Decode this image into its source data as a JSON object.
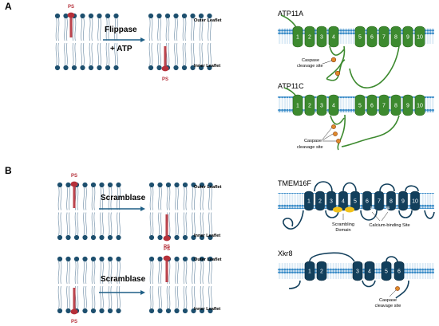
{
  "panels": {
    "a": "A",
    "b": "B"
  },
  "flippase": {
    "enzyme": "Flippase",
    "cofactor": "+ ATP"
  },
  "scramblase": {
    "label_1": "Scramblase",
    "label_2": "Scramblase"
  },
  "leaflets": {
    "outer": "Outer Leaflet",
    "inner": "Inner Leaflet"
  },
  "lipid": "PS",
  "proteins": {
    "atp11a": {
      "name": "ATP11A",
      "helices": [
        "1",
        "2",
        "3",
        "4",
        "5",
        "6",
        "7",
        "8",
        "9",
        "10"
      ],
      "site_line1": "Caspase",
      "site_line2": "cleavage site"
    },
    "atp11c": {
      "name": "ATP11C",
      "helices": [
        "1",
        "2",
        "3",
        "4",
        "5",
        "6",
        "7",
        "8",
        "9",
        "10"
      ],
      "site_line1": "Caspase",
      "site_line2": "cleavage site"
    },
    "tmem16f": {
      "name": "TMEM16F",
      "helices": [
        "1",
        "2",
        "3",
        "4",
        "5",
        "6",
        "7",
        "8",
        "9",
        "10"
      ],
      "domain_line1": "Scrambling",
      "domain_line2": "Domain",
      "calcium": "Calcium-binding Site"
    },
    "xkr8": {
      "name": "Xkr8",
      "helices": [
        "1",
        "2",
        "3",
        "4",
        "5",
        "6"
      ],
      "site_line1": "Caspase",
      "site_line2": "cleavage site"
    }
  },
  "colors": {
    "head": "#1d4f6e",
    "tail": "#7a96ad",
    "ps": "#b5303a",
    "arrow": "#1f5f86",
    "atp": "#3d8a2f",
    "atp_dark": "#2e6b22",
    "tmem": "#123f5c",
    "site": "#e08a2a",
    "domain": "#f2c21b",
    "membrane": "#3a8cc8",
    "membrane_light": "#bcd9ef"
  }
}
